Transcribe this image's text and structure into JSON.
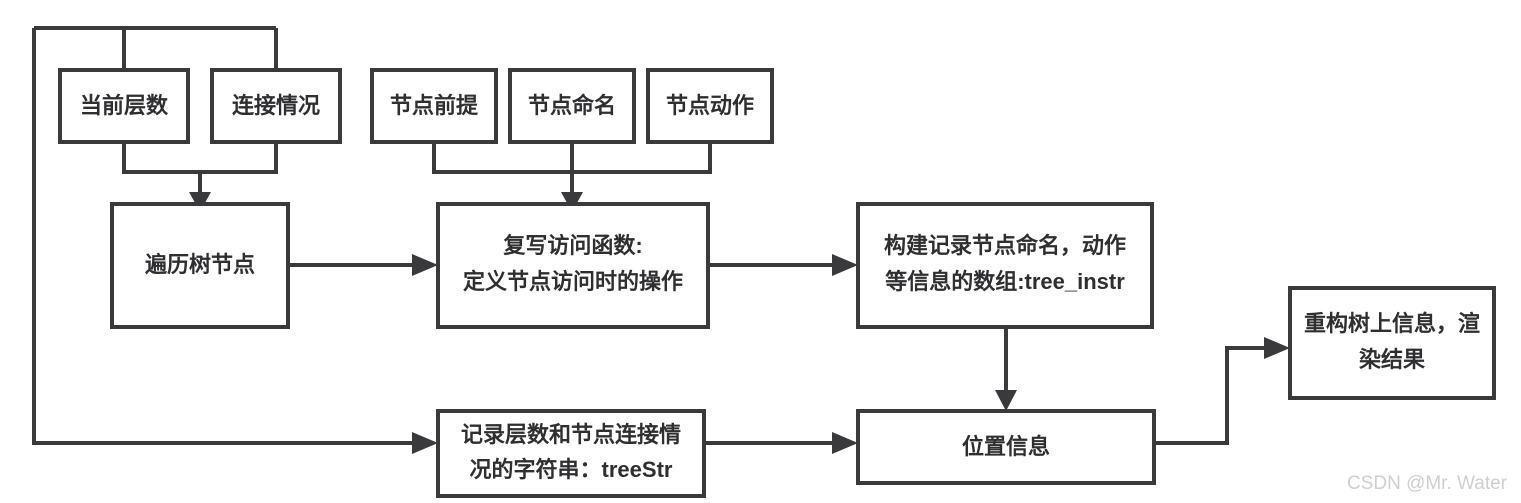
{
  "diagram": {
    "type": "flowchart",
    "title": "",
    "background_color": "#ffffff",
    "node_stroke_color": "#3a3a3c",
    "node_fill_color": "#ffffff",
    "text_color": "#2f2f31",
    "nodes": [
      {
        "id": "cur_level",
        "label": "当前层数",
        "line1": "当前层数",
        "line2": ""
      },
      {
        "id": "connection",
        "label": "连接情况",
        "line1": "连接情况",
        "line2": ""
      },
      {
        "id": "node_premise",
        "label": "节点前提",
        "line1": "节点前提",
        "line2": ""
      },
      {
        "id": "node_naming",
        "label": "节点命名",
        "line1": "节点命名",
        "line2": ""
      },
      {
        "id": "node_action",
        "label": "节点动作",
        "line1": "节点动作",
        "line2": ""
      },
      {
        "id": "traverse",
        "label": "遍历树节点",
        "line1": "遍历树节点",
        "line2": ""
      },
      {
        "id": "override_fn",
        "label": "复写访问函数：定义节点访问时的操作",
        "line1": "复写访问函数:",
        "line2": "定义节点访问时的操作"
      },
      {
        "id": "tree_instr",
        "label": "构建记录节点命名，动作等信息的数组:tree_instr",
        "line1": "构建记录节点命名，动作",
        "line2": "等信息的数组:tree_instr"
      },
      {
        "id": "tree_str",
        "label": "记录层数和节点连接情况的字符串：treeStr",
        "line1": "记录层数和节点连接情",
        "line2": "况的字符串：treeStr"
      },
      {
        "id": "position",
        "label": "位置信息",
        "line1": "位置信息",
        "line2": ""
      },
      {
        "id": "render",
        "label": "重构树上信息，渲染结果",
        "line1": "重构树上信息，渲",
        "line2": "染结果"
      }
    ],
    "edges": [
      {
        "from": "cur_level",
        "to": "traverse",
        "style": "elbow-merge"
      },
      {
        "from": "connection",
        "to": "traverse",
        "style": "elbow-merge"
      },
      {
        "from": "node_premise",
        "to": "override_fn",
        "style": "elbow-merge"
      },
      {
        "from": "node_naming",
        "to": "override_fn",
        "style": "straight-down"
      },
      {
        "from": "node_action",
        "to": "override_fn",
        "style": "elbow-merge"
      },
      {
        "from": "traverse",
        "to": "override_fn",
        "style": "straight-right"
      },
      {
        "from": "override_fn",
        "to": "tree_instr",
        "style": "straight-right"
      },
      {
        "from": "tree_instr",
        "to": "position",
        "style": "straight-down"
      },
      {
        "from": "tree_str",
        "to": "position",
        "style": "straight-right"
      },
      {
        "from": "position",
        "to": "render",
        "style": "elbow-up-right"
      },
      {
        "from": "loop_source",
        "to": "tree_str",
        "style": "left-rail-loop"
      }
    ]
  },
  "watermark": {
    "text": "CSDN @Mr. Water",
    "color": "#cfcfcf"
  }
}
